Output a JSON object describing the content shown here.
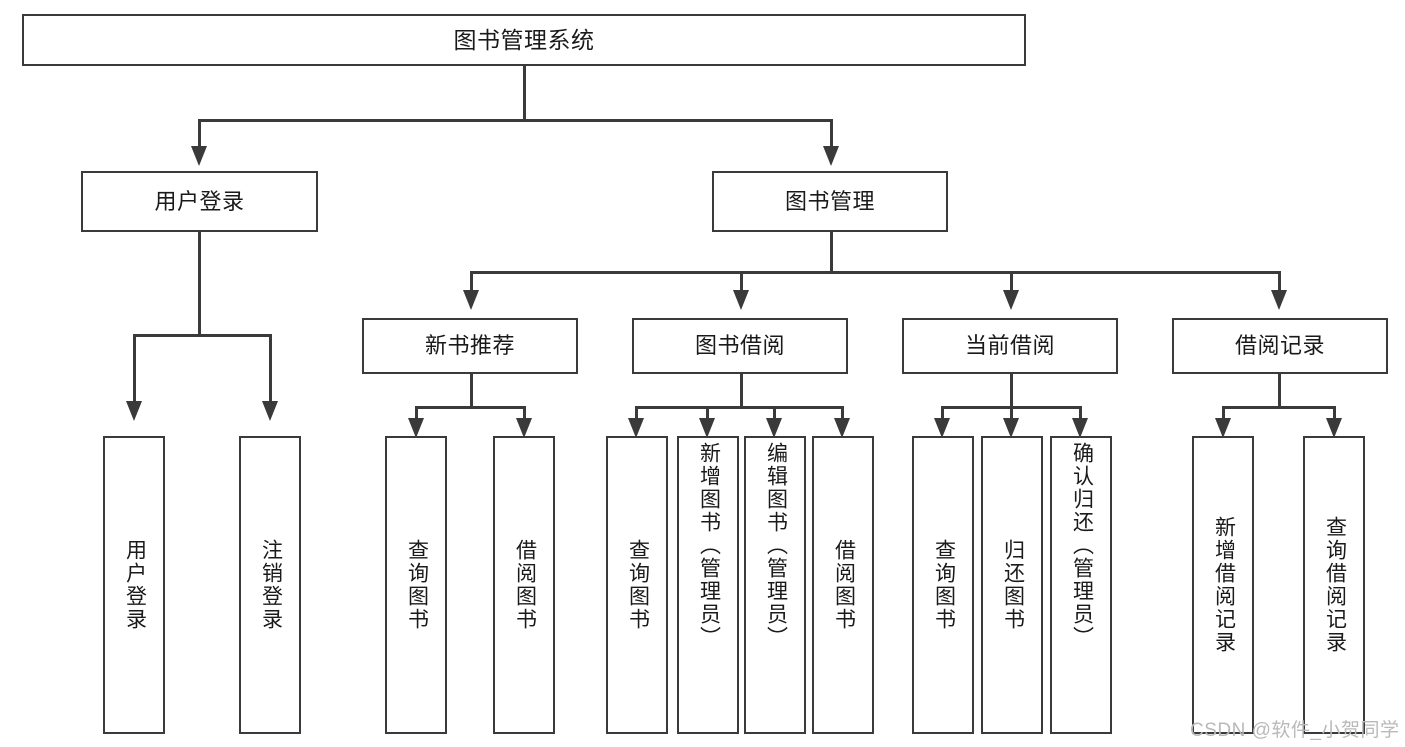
{
  "diagram": {
    "title": "图书管理系统",
    "type": "hierarchy-tree",
    "root": {
      "id": "root",
      "label": "图书管理系统"
    },
    "level2": [
      {
        "id": "user-login",
        "label": "用户登录"
      },
      {
        "id": "book-management",
        "label": "图书管理"
      }
    ],
    "level3": [
      {
        "id": "new-book-recommend",
        "label": "新书推荐",
        "parent": "book-management"
      },
      {
        "id": "book-borrow",
        "label": "图书借阅",
        "parent": "book-management"
      },
      {
        "id": "current-borrow",
        "label": "当前借阅",
        "parent": "book-management"
      },
      {
        "id": "borrow-record",
        "label": "借阅记录",
        "parent": "book-management"
      }
    ],
    "leaves": {
      "user_login": [
        {
          "id": "leaf-user-login",
          "label": "用户登录"
        },
        {
          "id": "leaf-logout",
          "label": "注销登录"
        }
      ],
      "new_book_recommend": [
        {
          "id": "leaf-query-book-1",
          "label": "查询图书"
        },
        {
          "id": "leaf-borrow-book-1",
          "label": "借阅图书"
        }
      ],
      "book_borrow": [
        {
          "id": "leaf-query-book-2",
          "label": "查询图书"
        },
        {
          "id": "leaf-add-book",
          "label": "新增图书（管理员）"
        },
        {
          "id": "leaf-edit-book",
          "label": "编辑图书（管理员）"
        },
        {
          "id": "leaf-borrow-book-2",
          "label": "借阅图书"
        }
      ],
      "current_borrow": [
        {
          "id": "leaf-query-book-3",
          "label": "查询图书"
        },
        {
          "id": "leaf-return-book",
          "label": "归还图书"
        },
        {
          "id": "leaf-confirm-return",
          "label": "确认归还（管理员）"
        }
      ],
      "borrow_record": [
        {
          "id": "leaf-add-record",
          "label": "新增借阅记录"
        },
        {
          "id": "leaf-query-record",
          "label": "查询借阅记录"
        }
      ]
    }
  },
  "watermark": {
    "text": "CSDN @软件_小贺同学"
  },
  "colors": {
    "stroke": "#3a3a3a",
    "text": "#1a1a1a",
    "background": "#ffffff",
    "watermark": "#b9b9b9"
  }
}
